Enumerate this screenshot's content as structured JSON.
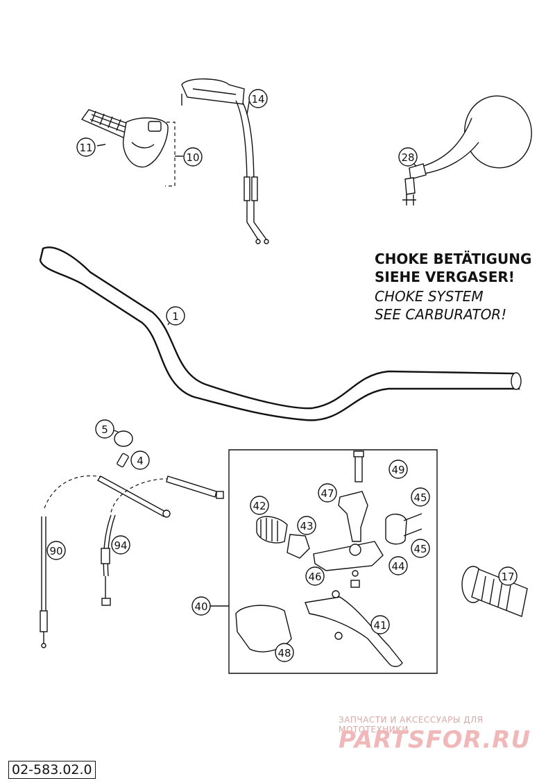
{
  "notes": {
    "de_line1": "CHOKE BETÄTIGUNG",
    "de_line2": "SIEHE VERGASER!",
    "en_line1": "CHOKE SYSTEM",
    "en_line2": "SEE CARBURATOR!"
  },
  "parts": [
    {
      "id": "handlebar",
      "label": "1"
    },
    {
      "id": "throttle-grip",
      "label": "11"
    },
    {
      "id": "throttle-housing",
      "label": "10"
    },
    {
      "id": "throttle-cable",
      "label": "14"
    },
    {
      "id": "mirror",
      "label": "28"
    },
    {
      "id": "clamp-ring",
      "label": "5"
    },
    {
      "id": "sleeve",
      "label": "4"
    },
    {
      "id": "cable-90",
      "label": "90"
    },
    {
      "id": "cable-94",
      "label": "94"
    },
    {
      "id": "lever-assembly",
      "label": "40"
    },
    {
      "id": "lever",
      "label": "41"
    },
    {
      "id": "adjuster-sleeve",
      "label": "42"
    },
    {
      "id": "adjuster-nut",
      "label": "43"
    },
    {
      "id": "lever-housing-screw",
      "label": "44"
    },
    {
      "id": "clamp-screw-upper",
      "label": "45"
    },
    {
      "id": "clamp-screw-lower",
      "label": "45"
    },
    {
      "id": "lever-housing",
      "label": "46"
    },
    {
      "id": "cable-holder",
      "label": "47"
    },
    {
      "id": "lever-cover",
      "label": "48"
    },
    {
      "id": "pivot-bolt",
      "label": "49"
    },
    {
      "id": "left-grip",
      "label": "17"
    }
  ],
  "watermark": {
    "tagline": "ЗАПЧАСТИ И АКСЕССУАРЫ ДЛЯ МОТОТЕХНИКИ",
    "logo": "PARTSFOR.RU"
  },
  "drawing_number": "02-583.02.0"
}
